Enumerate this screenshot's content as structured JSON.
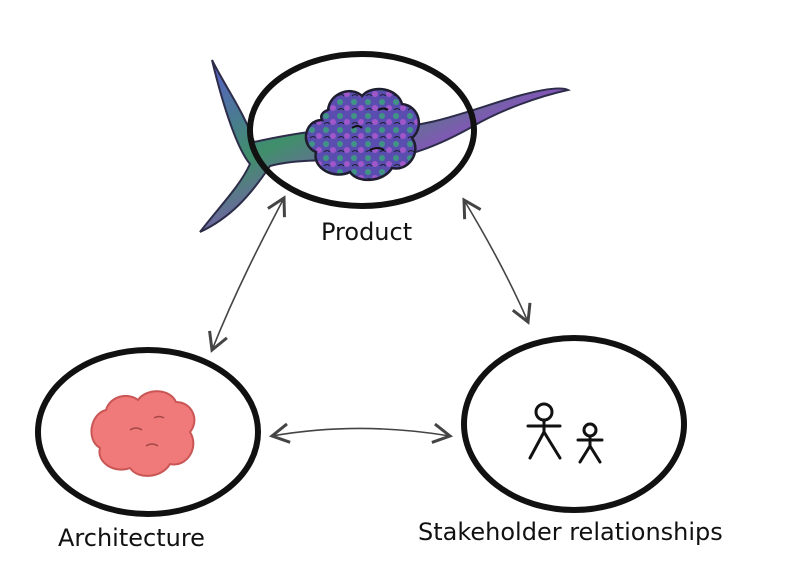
{
  "diagram": {
    "nodes": [
      {
        "id": "product",
        "label": "Product"
      },
      {
        "id": "architecture",
        "label": "Architecture"
      },
      {
        "id": "stakeholders",
        "label": "Stakeholder relationships"
      }
    ],
    "edges": [
      {
        "from": "product",
        "to": "architecture",
        "bidirectional": true
      },
      {
        "from": "product",
        "to": "stakeholders",
        "bidirectional": true
      },
      {
        "from": "architecture",
        "to": "stakeholders",
        "bidirectional": true
      }
    ],
    "colors": {
      "stroke": "#111111",
      "arrow": "#444444",
      "blob": "#f07a7a",
      "fish_purple": "#6a4fb0",
      "fish_green": "#4f8f5a",
      "fish_dark": "#2d2d4a"
    }
  }
}
